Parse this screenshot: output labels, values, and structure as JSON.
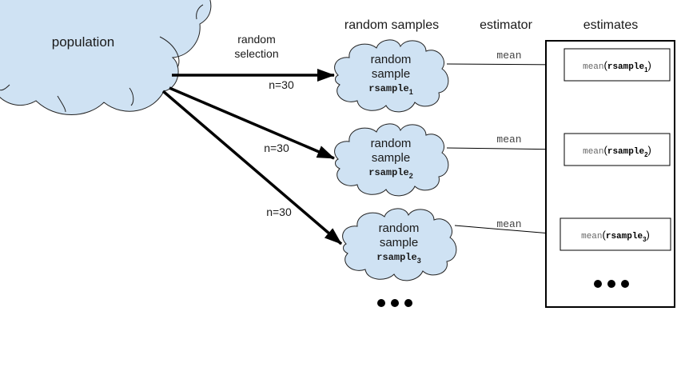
{
  "headers": {
    "random_samples": "random samples",
    "estimator": "estimator",
    "estimates": "estimates"
  },
  "population": {
    "label": "population"
  },
  "selection_label": {
    "line1": "random",
    "line2": "selection"
  },
  "sample_size_label": "n=30",
  "samples": [
    {
      "line1": "random",
      "line2": "sample",
      "name": "rsample",
      "sub": "1",
      "estimator": "mean",
      "estimate_fn": "mean(",
      "estimate_arg": "rsample",
      "estimate_sub": "1",
      "estimate_close": ")"
    },
    {
      "line1": "random",
      "line2": "sample",
      "name": "rsample",
      "sub": "2",
      "estimator": "mean",
      "estimate_fn": "mean(",
      "estimate_arg": "rsample",
      "estimate_sub": "2",
      "estimate_close": ")"
    },
    {
      "line1": "random",
      "line2": "sample",
      "name": "rsample",
      "sub": "3",
      "estimator": "mean",
      "estimate_fn": "mean(",
      "estimate_arg": "rsample",
      "estimate_sub": "3",
      "estimate_close": ")"
    }
  ],
  "ellipsis": "•••",
  "colors": {
    "cloud_fill": "#cfe2f3",
    "stroke": "#000000"
  }
}
